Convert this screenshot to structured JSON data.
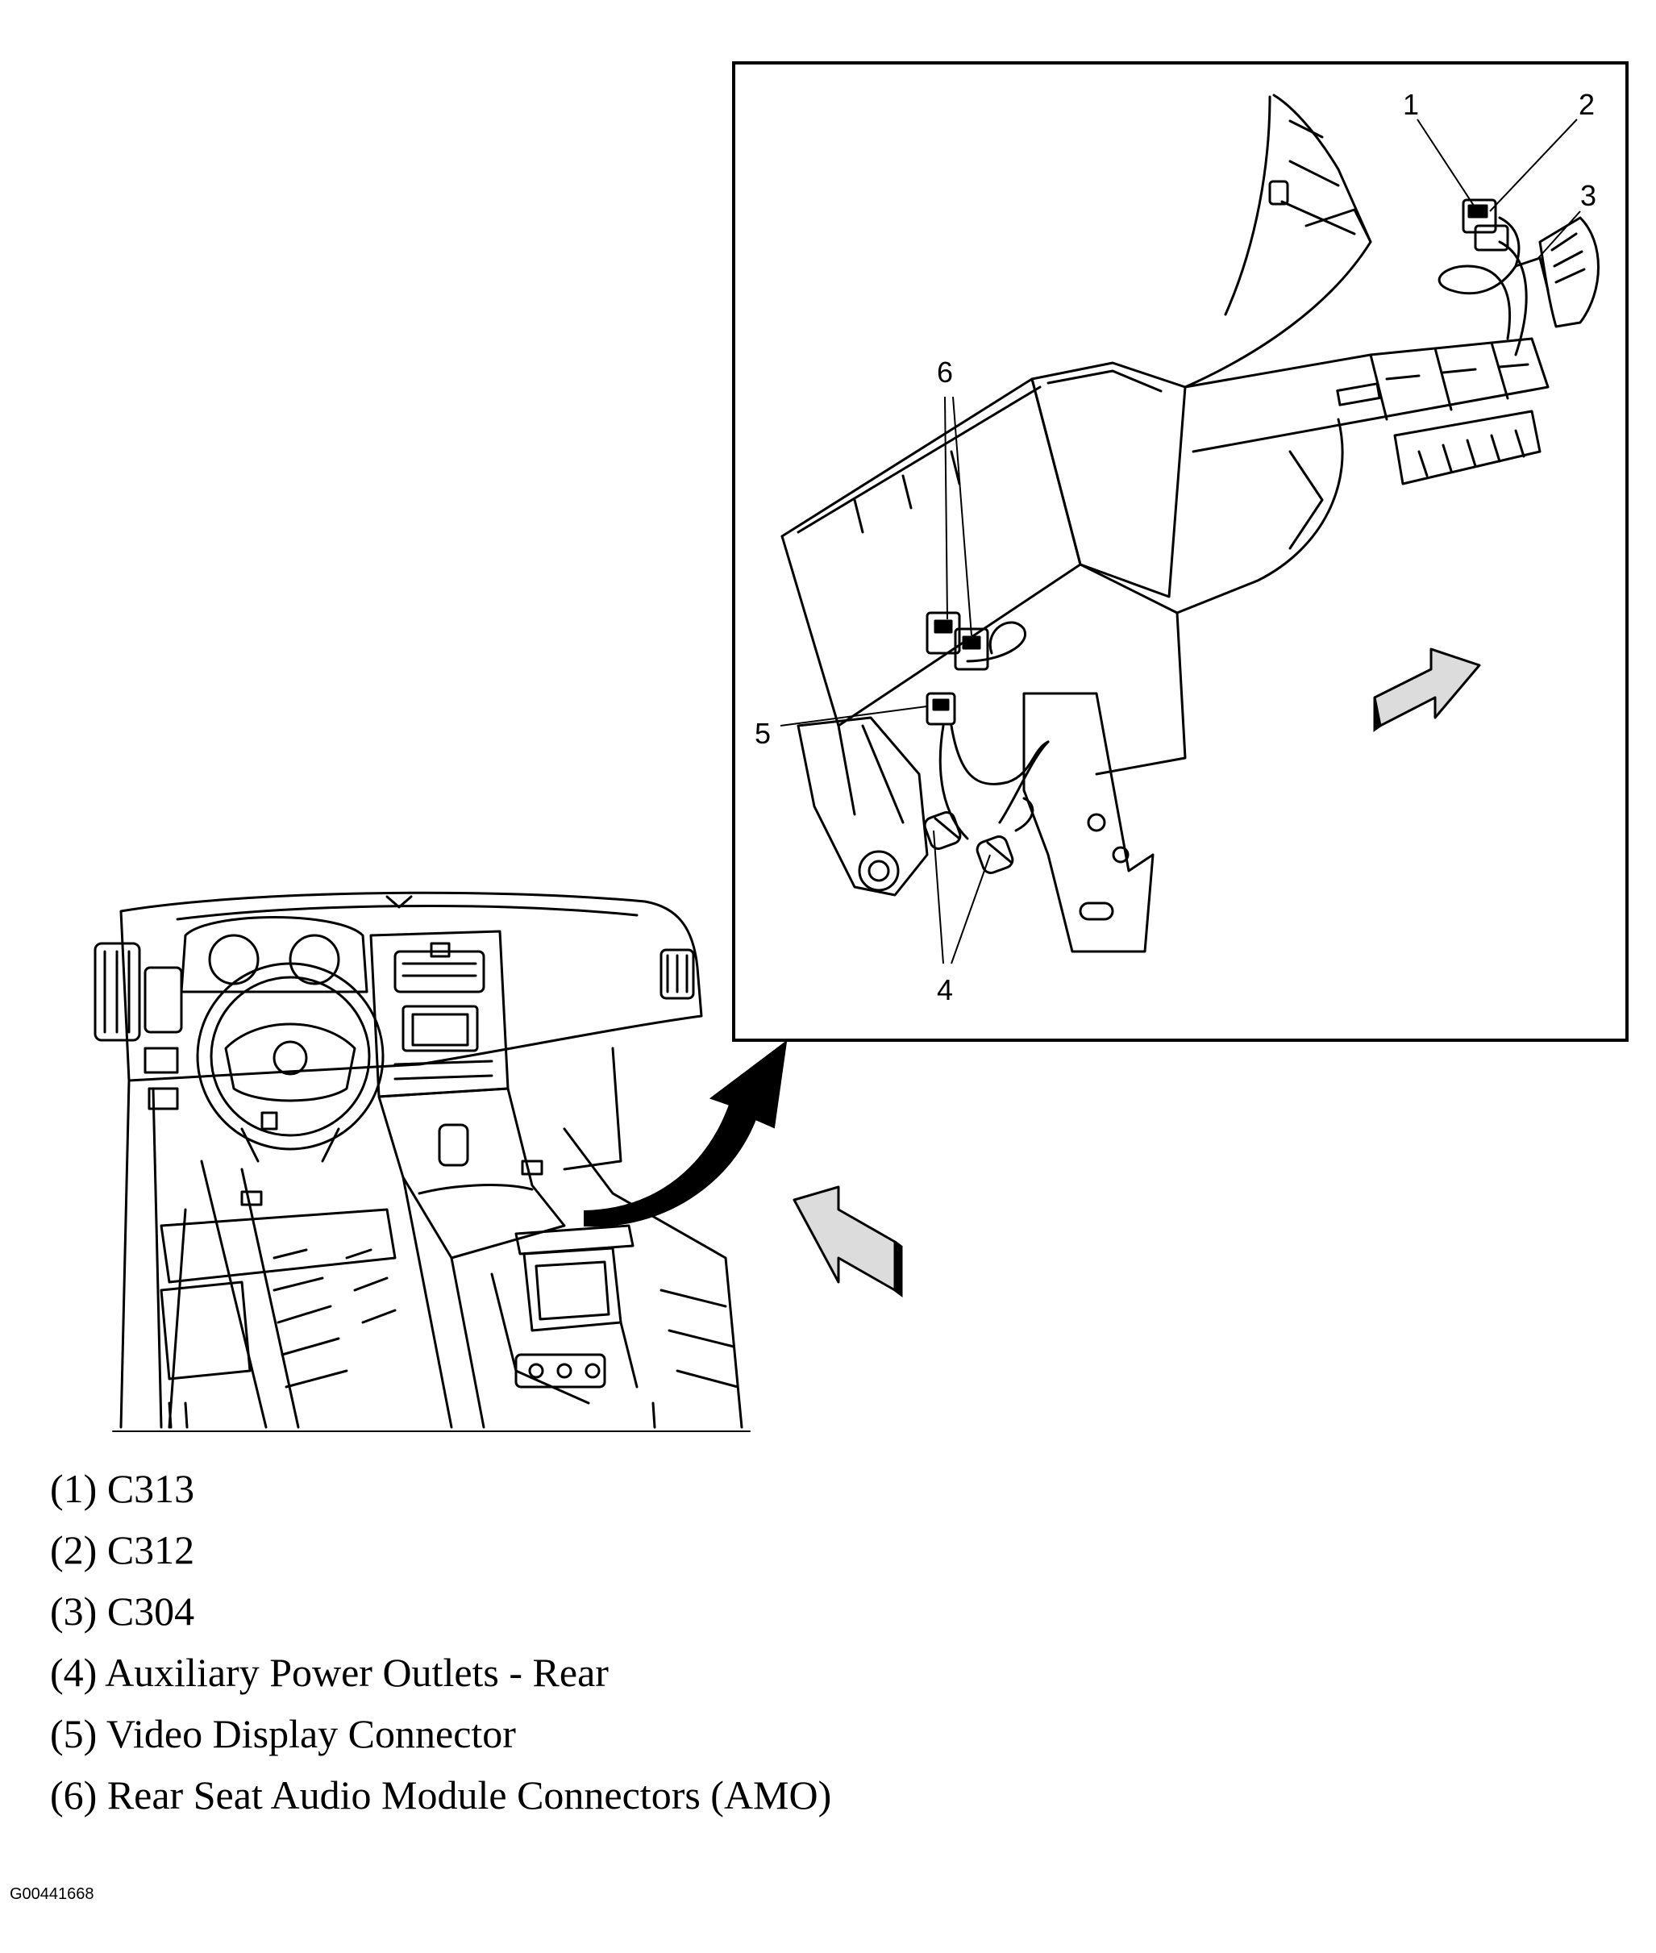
{
  "callouts": [
    {
      "id": "1",
      "label": "1"
    },
    {
      "id": "2",
      "label": "2"
    },
    {
      "id": "3",
      "label": "3"
    },
    {
      "id": "4",
      "label": "4"
    },
    {
      "id": "5",
      "label": "5"
    },
    {
      "id": "6",
      "label": "6"
    }
  ],
  "legend": [
    {
      "number": "(1)",
      "text": "C313"
    },
    {
      "number": "(2)",
      "text": "C312"
    },
    {
      "number": "(3)",
      "text": "C304"
    },
    {
      "number": "(4)",
      "text": "Auxiliary Power Outlets - Rear"
    },
    {
      "number": "(5)",
      "text": "Video Display Connector"
    },
    {
      "number": "(6)",
      "text": "Rear Seat Audio Module Connectors (AMO)"
    }
  ],
  "figure_id": "G00441668",
  "colors": {
    "ink": "#000000",
    "paper": "#ffffff",
    "arrow_fill": "#dcdcdc"
  },
  "icons": [
    "view-direction-arrow-icon",
    "zoom-detail-arrow-icon"
  ]
}
